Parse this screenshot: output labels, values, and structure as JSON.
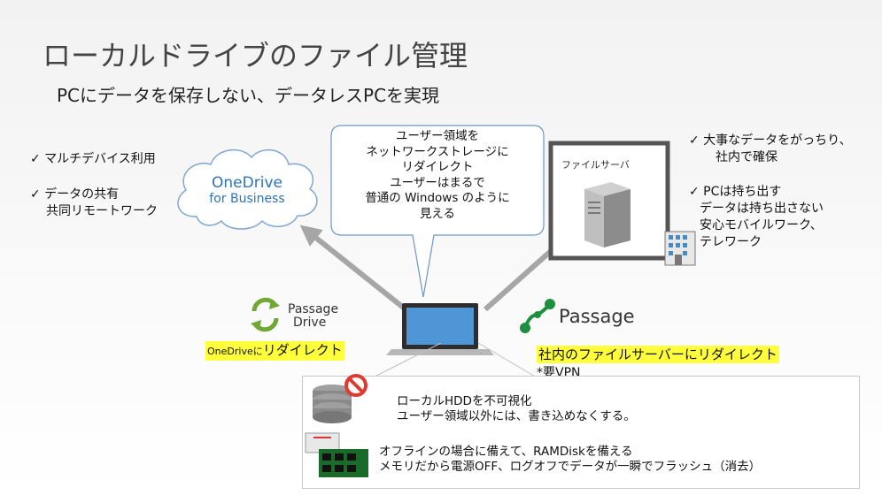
{
  "slide": {
    "title": "ローカルドライブのファイル管理",
    "subtitle": "PCにデータを保存しない、データレスPCを実現"
  },
  "onedrive": {
    "cloud_line1": "OneDrive",
    "cloud_line2": "for Business",
    "bullet1": "✓ マルチデバイス利用",
    "bullet2_line1": "✓ データの共有",
    "bullet2_line2": "共同リモートワーク"
  },
  "callout": {
    "lines": [
      "ユーザー領域を",
      "ネットワークストレージに",
      "リダイレクト",
      "ユーザーはまるで",
      "普通の Windows のように",
      "見える"
    ]
  },
  "fileserver": {
    "label": "ファイルサーバ",
    "bullet1_line1": "✓ 大事なデータをがっちり、",
    "bullet1_line2": "社内で確保",
    "bullet2_line1": "✓ PCは持ち出す",
    "bullet2_line2": "データは持ち出さない",
    "bullet2_line3": "安心モバイルワーク、",
    "bullet2_line4": "テレワーク"
  },
  "passage_drive": {
    "logo_line1": "Passage",
    "logo_line2": "Drive",
    "redirect_prefix": "OneDriveに",
    "redirect_suffix": "リダイレクト"
  },
  "passage": {
    "logo": "Passage",
    "redirect": "社内のファイルサーバーにリダイレクト",
    "note": "*要VPN"
  },
  "info": {
    "hdd_line1": "ローカルHDDを不可視化",
    "hdd_line2": "ユーザー領域以外には、書き込めなくする。",
    "ram_line1": "オフラインの場合に備えて、RAMDiskを備える",
    "ram_line2": "メモリだから電源OFF、ログオフでデータが一瞬でフラッシュ（消去）"
  },
  "colors": {
    "arrow": "#a6a6a6",
    "cloud_text": "#2e74b5",
    "highlight": "#ffff3b",
    "passage_green": "#1e8f3e",
    "no_sign": "#e03a2f"
  }
}
